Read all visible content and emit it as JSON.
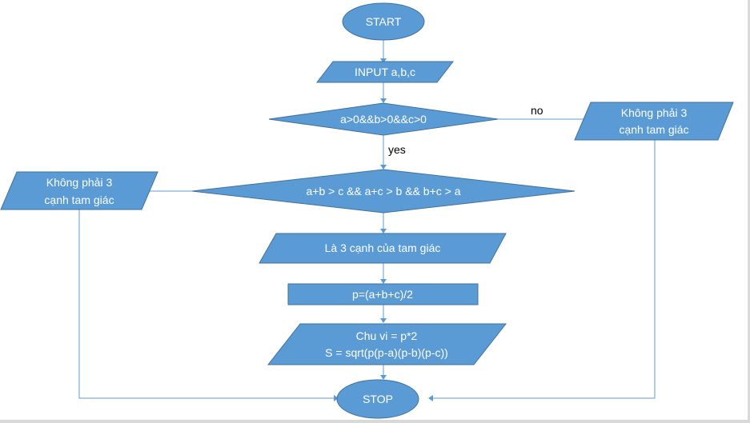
{
  "nodes": {
    "start": "START",
    "input": "INPUT a,b,c",
    "check_positive": "a>0&&b>0&&c>0",
    "not_triangle_right": {
      "line1": "Không phải 3",
      "line2": "cạnh tam giác"
    },
    "check_triangle": "a+b  > c && a+c > b && b+c > a",
    "not_triangle_left": {
      "line1": "Không phải 3",
      "line2": "cạnh tam giác"
    },
    "is_triangle": "Là 3 cạnh của tam giác",
    "half_perimeter": "p=(a+b+c)/2",
    "output": {
      "line1": "Chu vi = p*2",
      "line2": "S = sqrt(p(p-a)(p-b)(p-c))"
    },
    "stop": "STOP"
  },
  "edge_labels": {
    "no": "no",
    "yes": "yes"
  },
  "colors": {
    "shape_fill": "#5b9bd5",
    "shape_stroke": "#41719c",
    "connector": "#5b9bd5",
    "text_on_shape": "#ffffff"
  }
}
